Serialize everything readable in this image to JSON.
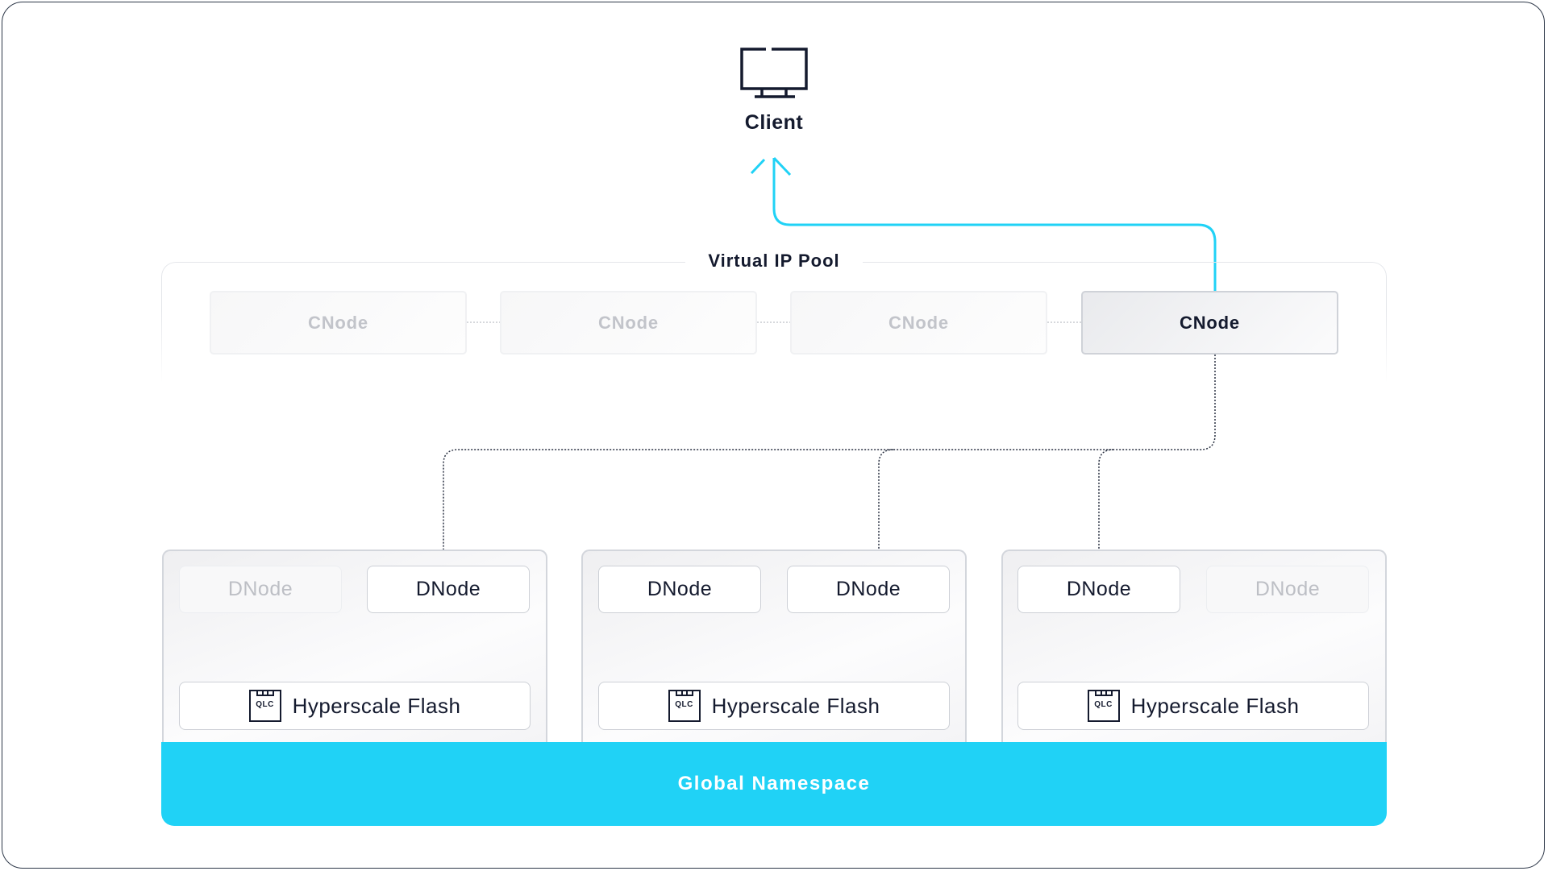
{
  "client": {
    "label": "Client",
    "icon": "monitor-icon"
  },
  "pool": {
    "title": "Virtual IP Pool",
    "cnodes": [
      {
        "label": "CNode",
        "active": false
      },
      {
        "label": "CNode",
        "active": false
      },
      {
        "label": "CNode",
        "active": false
      },
      {
        "label": "CNode",
        "active": true
      }
    ]
  },
  "groups": [
    {
      "dnodes": [
        {
          "label": "DNode",
          "active": false
        },
        {
          "label": "DNode",
          "active": true
        }
      ],
      "flash": {
        "label": "Hyperscale Flash",
        "chip": "QLC"
      }
    },
    {
      "dnodes": [
        {
          "label": "DNode",
          "active": true
        },
        {
          "label": "DNode",
          "active": true
        }
      ],
      "flash": {
        "label": "Hyperscale Flash",
        "chip": "QLC"
      }
    },
    {
      "dnodes": [
        {
          "label": "DNode",
          "active": true
        },
        {
          "label": "DNode",
          "active": false
        }
      ],
      "flash": {
        "label": "Hyperscale Flash",
        "chip": "QLC"
      }
    }
  ],
  "namespace": {
    "label": "Global Namespace"
  },
  "colors": {
    "accent": "#20d2f6",
    "ink": "#141a2e"
  }
}
